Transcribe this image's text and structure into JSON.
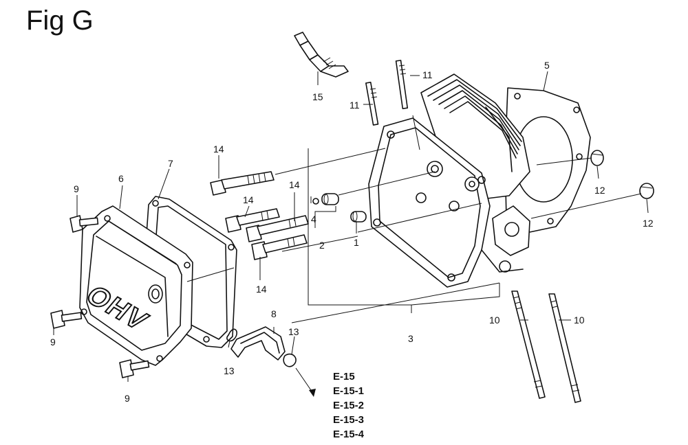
{
  "figure": {
    "title": "Fig G",
    "references": [
      "E-15",
      "E-15-1",
      "E-15-2",
      "E-15-3",
      "E-15-4"
    ],
    "cover_lettering": "OHV"
  },
  "callouts": [
    {
      "id": "c15",
      "label": "15"
    },
    {
      "id": "c11a",
      "label": "11"
    },
    {
      "id": "c11b",
      "label": "11"
    },
    {
      "id": "c5",
      "label": "5"
    },
    {
      "id": "c14a",
      "label": "14"
    },
    {
      "id": "c14b",
      "label": "14"
    },
    {
      "id": "c14c",
      "label": "14"
    },
    {
      "id": "c14d",
      "label": "14"
    },
    {
      "id": "c7",
      "label": "7"
    },
    {
      "id": "c6",
      "label": "6"
    },
    {
      "id": "c9a",
      "label": "9"
    },
    {
      "id": "c9b",
      "label": "9"
    },
    {
      "id": "c9c",
      "label": "9"
    },
    {
      "id": "c4",
      "label": "4"
    },
    {
      "id": "c2",
      "label": "2"
    },
    {
      "id": "c1",
      "label": "1"
    },
    {
      "id": "c12a",
      "label": "12"
    },
    {
      "id": "c12b",
      "label": "12"
    },
    {
      "id": "c8",
      "label": "8"
    },
    {
      "id": "c13a",
      "label": "13"
    },
    {
      "id": "c13b",
      "label": "13"
    },
    {
      "id": "c3",
      "label": "3"
    },
    {
      "id": "c10a",
      "label": "10"
    },
    {
      "id": "c10b",
      "label": "10"
    }
  ]
}
